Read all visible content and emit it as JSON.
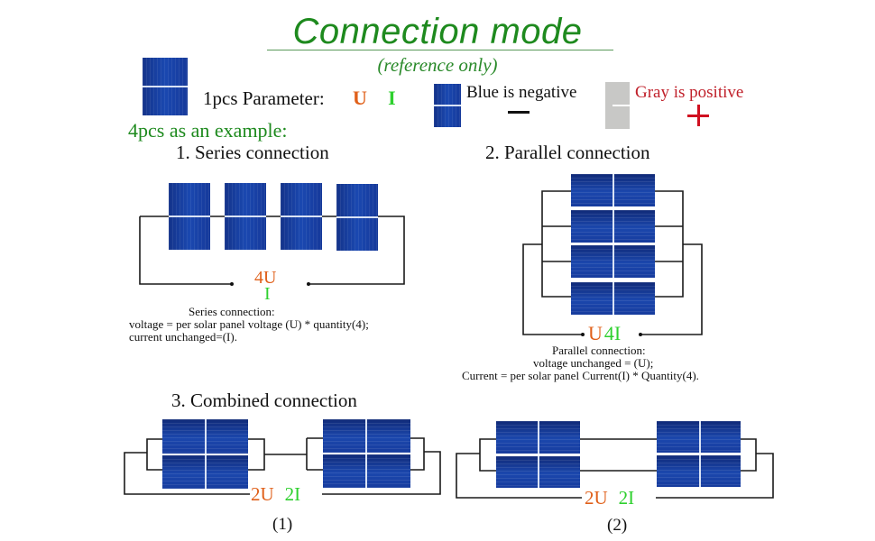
{
  "header": {
    "title": "Connection mode",
    "subtitle": "(reference only)"
  },
  "legend": {
    "parameter_label": "1pcs Parameter:",
    "voltage_symbol": "U",
    "current_symbol": "I",
    "blue_label": "Blue is negative",
    "gray_label": "Gray is positive",
    "negative_symbol": "minus-icon",
    "positive_symbol": "plus-icon",
    "colors": {
      "voltage": "#e0601a",
      "current": "#2ed02e",
      "positive": "#c0202a",
      "title_green": "#1e8a1e",
      "panel_blue": "#1a48b0",
      "panel_gray": "#c8c8c6"
    }
  },
  "example_label": "4pcs as an example:",
  "sections": {
    "series": {
      "title": "1. Series connection",
      "panel_count": 4,
      "voltage_label": "4U",
      "current_label": "I",
      "caption": [
        "Series connection:",
        "voltage = per solar panel voltage (U) * quantity(4);",
        "current unchanged=(I)."
      ]
    },
    "parallel": {
      "title": "2. Parallel connection",
      "panel_count": 4,
      "voltage_label": "U",
      "current_label": "4I",
      "caption": [
        "Parallel connection:",
        "voltage unchanged = (U);",
        "Current = per solar panel Current(I) * Quantity(4)."
      ]
    },
    "combined": {
      "title": "3. Combined connection",
      "variants": [
        {
          "label": "(1)",
          "voltage_label": "2U",
          "current_label": "2I"
        },
        {
          "label": "(2)",
          "voltage_label": "2U",
          "current_label": "2I"
        }
      ]
    }
  }
}
